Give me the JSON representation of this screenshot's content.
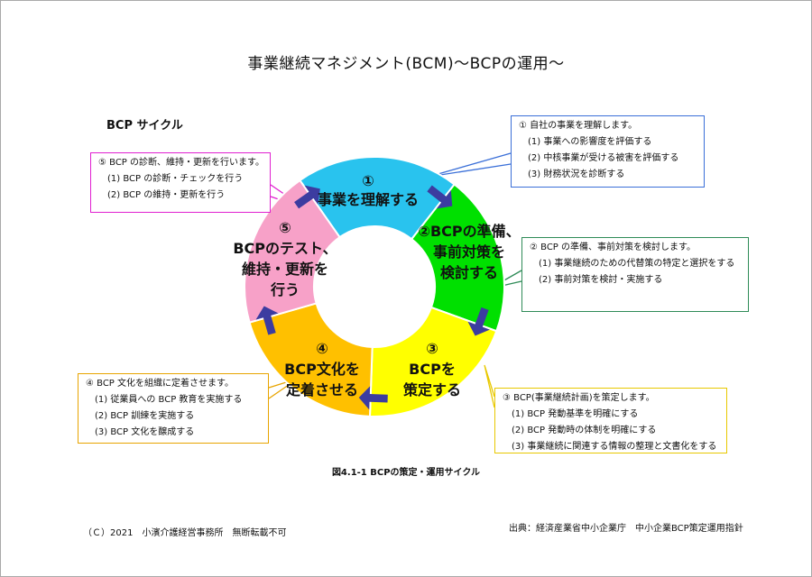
{
  "title": "事業継続マネジメント(BCM)～BCPの運用～",
  "cycle_label": "BCP サイクル",
  "segments": [
    {
      "id": "s1",
      "color": "#29c3ee",
      "lines": [
        "①",
        "事業を理解する"
      ]
    },
    {
      "id": "s2",
      "color": "#00e000",
      "lines": [
        "②BCPの準備、",
        "事前対策を",
        "検討する"
      ]
    },
    {
      "id": "s3",
      "color": "#ffff00",
      "lines": [
        "③",
        "BCPを",
        "策定する"
      ]
    },
    {
      "id": "s4",
      "color": "#ffc000",
      "lines": [
        "④",
        "BCP文化を",
        "定着させる"
      ]
    },
    {
      "id": "s5",
      "color": "#f7a1c8",
      "lines": [
        "⑤",
        "BCPのテスト、",
        "維持・更新を",
        "行う"
      ]
    }
  ],
  "boxes": {
    "b1": {
      "border": "#3a6fd8",
      "head": "① 自社の事業を理解します。",
      "items": [
        "(1) 事業への影響度を評価する",
        "(2) 中核事業が受ける被害を評価する",
        "(3) 財務状況を診断する"
      ]
    },
    "b2": {
      "border": "#2e8b57",
      "head": "② BCP の準備、事前対策を検討します。",
      "items": [
        "(1) 事業継続のための代替策の特定と選択をする",
        "(2) 事前対策を検討・実施する"
      ]
    },
    "b3": {
      "border": "#e8c800",
      "head": "③ BCP(事業継続計画)を策定します。",
      "items": [
        "(1) BCP 発動基準を明確にする",
        "(2) BCP 発動時の体制を明確にする",
        "(3) 事業継続に関連する情報の整理と文書化をする"
      ]
    },
    "b4": {
      "border": "#e8a400",
      "head": "④ BCP 文化を組織に定着させます。",
      "items": [
        "(1) 従業員への BCP 教育を実施する",
        "(2) BCP 訓練を実施する",
        "(3) BCP 文化を醸成する"
      ]
    },
    "b5": {
      "border": "#e020d0",
      "head": "⑤ BCP の診断、維持・更新を行います。",
      "items": [
        "(1) BCP の診断・チェックを行う",
        "(2) BCP の維持・更新を行う"
      ]
    }
  },
  "caption": "図4.1-1 BCPの策定・運用サイクル",
  "copyright": "（Ｃ）2021　小濱介護経営事務所　無断転載不可",
  "source": "出典：経済産業省中小企業庁　中小企業BCP策定運用指針",
  "colors": {
    "arrow": "#3c3ca0"
  }
}
